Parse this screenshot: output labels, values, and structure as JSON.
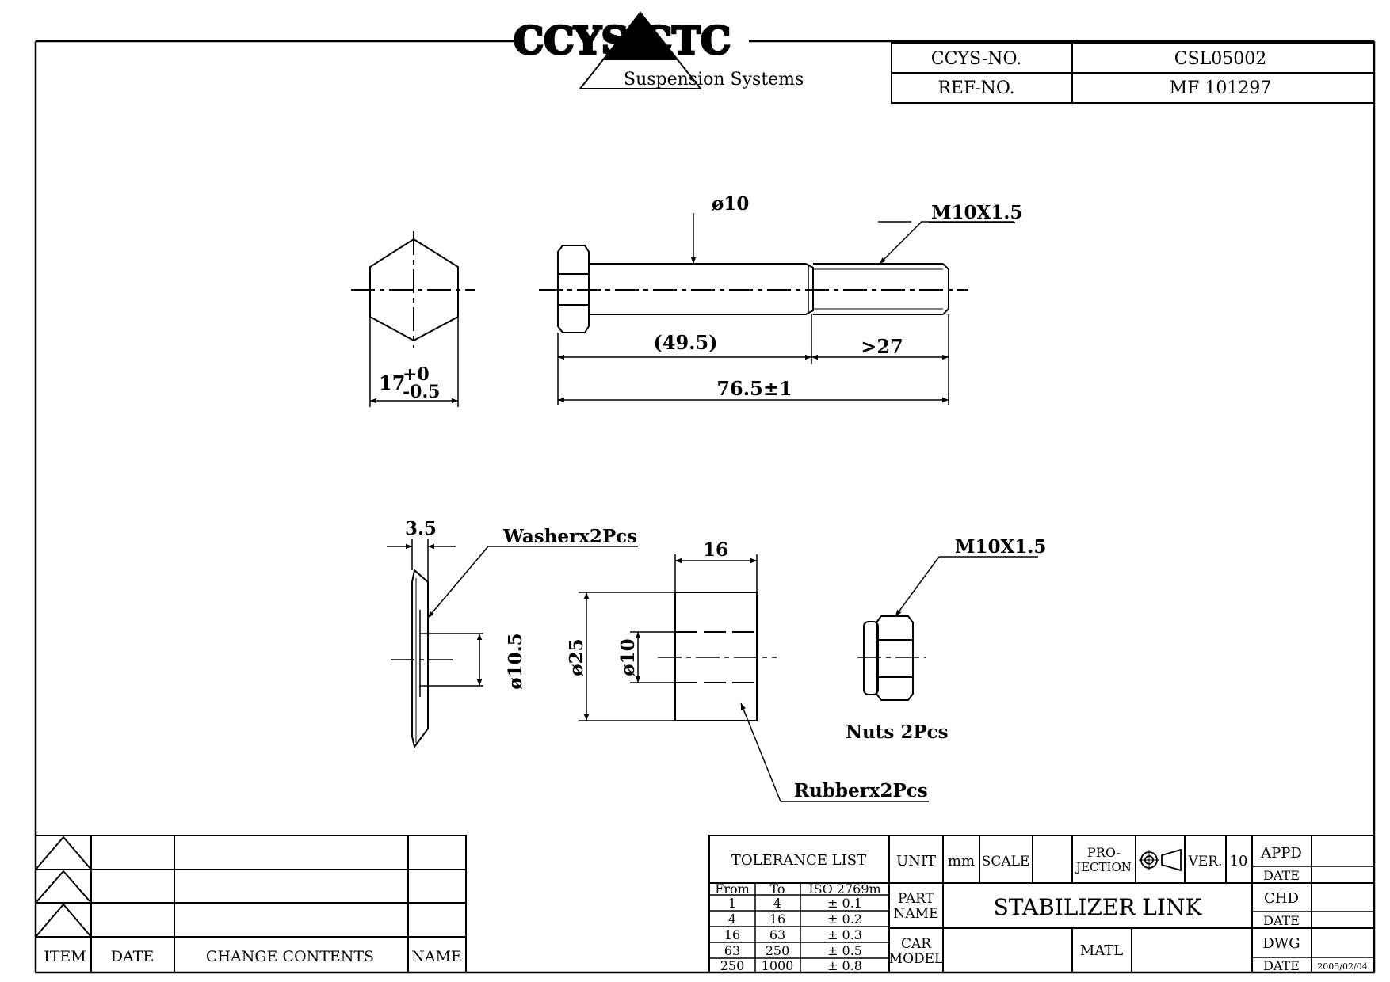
{
  "logo": {
    "text": "CCYS CTC",
    "subtitle": "Suspension Systems"
  },
  "header": {
    "ccys_label": "CCYS-NO.",
    "ccys_value": "CSL05002",
    "ref_label": "REF-NO.",
    "ref_value": "MF 101297"
  },
  "dimensions": {
    "hex_width_base": "17",
    "hex_tol_upper": "+0",
    "hex_tol_lower": "-0.5",
    "shank_dia": "ø10",
    "thread_top": "M10X1.5",
    "shank_len": "(49.5)",
    "thread_len": ">27",
    "total_len": "76.5±1",
    "washer_thick": "3.5",
    "washer_label": "Washerx2Pcs",
    "washer_dia": "ø10.5",
    "rubber_len": "16",
    "rubber_od": "ø25",
    "rubber_id": "ø10",
    "rubber_label": "Rubberx2Pcs",
    "nut_thread": "M10X1.5",
    "nut_label": "Nuts  2Pcs"
  },
  "revision_table": {
    "headers": [
      "ITEM",
      "DATE",
      "CHANGE CONTENTS",
      "NAME"
    ]
  },
  "title_block": {
    "tolerance_title": "TOLERANCE  LIST",
    "tol_headers": [
      "From",
      "To",
      "ISO 2769m"
    ],
    "tol_rows": [
      [
        "1",
        "4",
        "± 0.1"
      ],
      [
        "4",
        "16",
        "± 0.2"
      ],
      [
        "16",
        "63",
        "± 0.3"
      ],
      [
        "63",
        "250",
        "± 0.5"
      ],
      [
        "250",
        "1000",
        "± 0.8"
      ]
    ],
    "unit_label": "UNIT",
    "unit_value": "mm",
    "scale_label": "SCALE",
    "projection_label_1": "PRO-",
    "projection_label_2": "JECTION",
    "ver_label": "VER.",
    "ver_value": "10",
    "appd": "APPD",
    "date": "DATE",
    "chd": "CHD",
    "dwg": "DWG",
    "dwg_date": "2005/02/04",
    "part_name_label_1": "PART",
    "part_name_label_2": "NAME",
    "part_name": "STABILIZER  LINK",
    "car_model_label_1": "CAR",
    "car_model_label_2": "MODEL",
    "matl_label": "MATL"
  }
}
